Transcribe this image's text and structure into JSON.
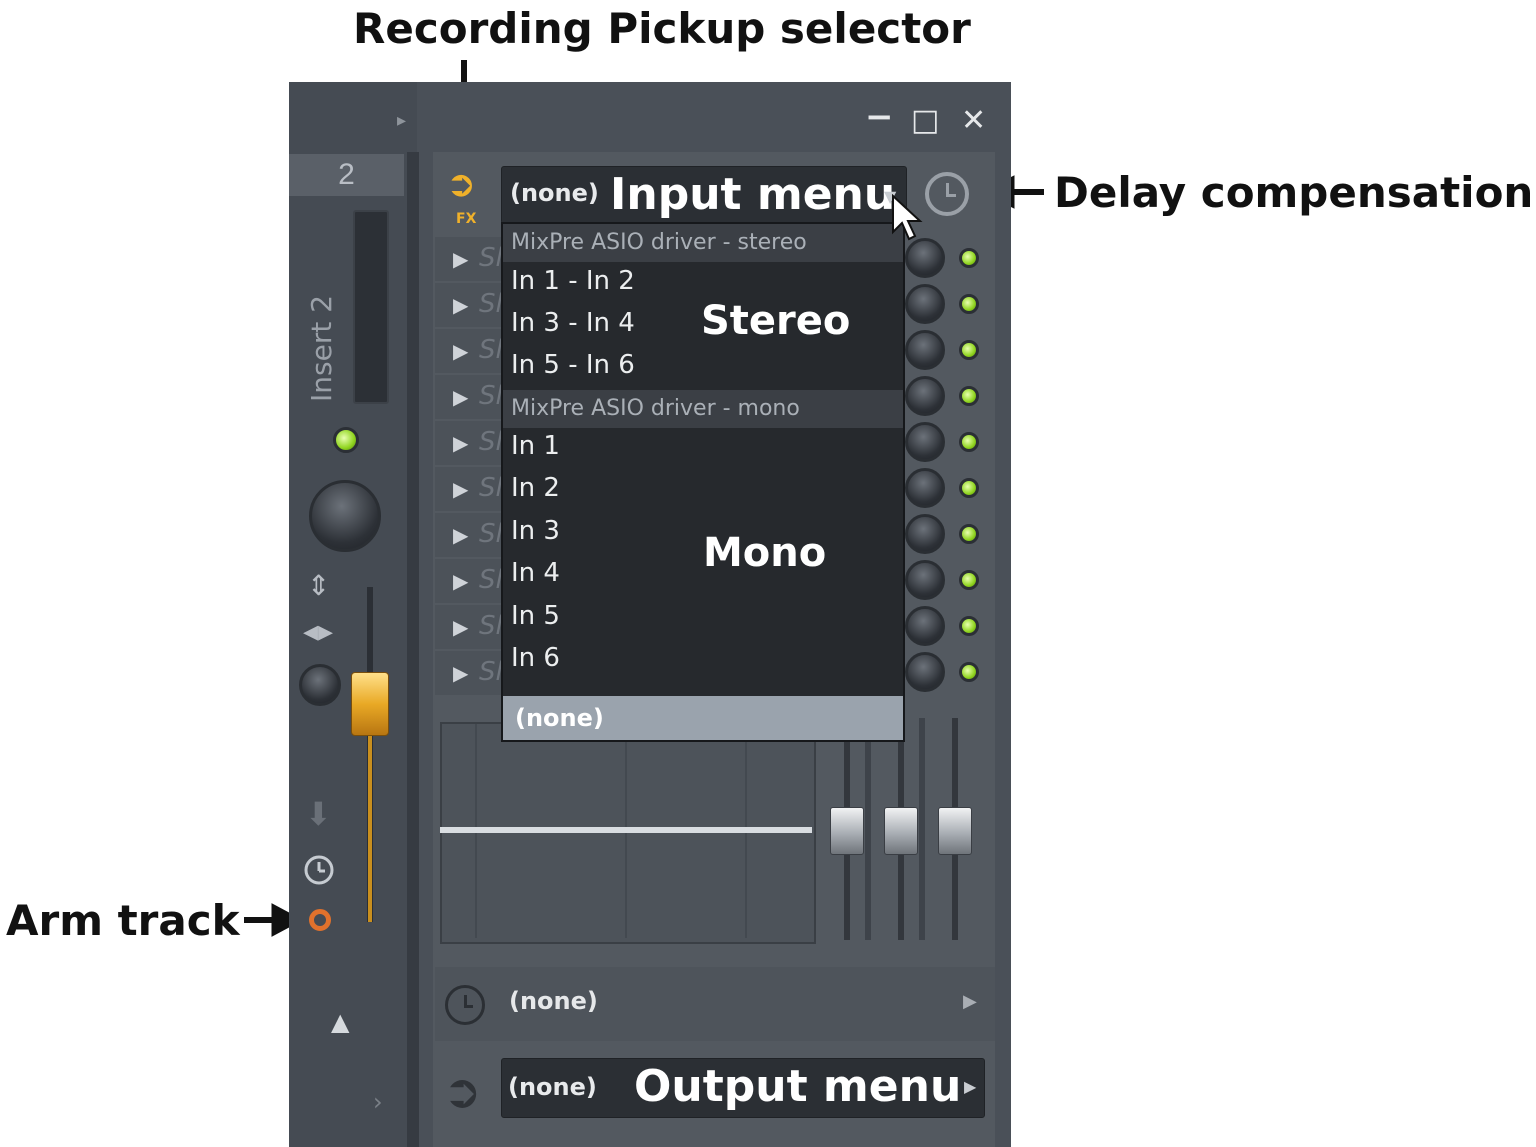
{
  "callouts": {
    "recording_pickup": "Recording Pickup selector",
    "delay_compensation": "Delay compensation",
    "arm_track": "Arm track"
  },
  "window": {
    "controls": {
      "minimize": "−",
      "maximize": "□",
      "close": "✕"
    }
  },
  "channel_strip": {
    "number": "2",
    "name": "Insert 2"
  },
  "fx_icon_label": "FX",
  "input_menu": {
    "current_value": "(none)",
    "title": "Input menu",
    "groups": [
      {
        "header": "MixPre ASIO driver - stereo",
        "label": "Stereo",
        "items": [
          "In 1 - In 2",
          "In 3 - In 4",
          "In 5 - In 6"
        ]
      },
      {
        "header": "MixPre ASIO driver - mono",
        "label": "Mono",
        "items": [
          "In 1",
          "In 2",
          "In 3",
          "In 4",
          "In 5",
          "In 6"
        ]
      }
    ],
    "none_option": "(none)"
  },
  "slot_row_partial_text": "Sl",
  "delay_row": {
    "value": "(none)"
  },
  "output_menu": {
    "current_value": "(none)",
    "title": "Output menu"
  },
  "colors": {
    "accent": "#f0b12a",
    "arm": "#e0712c",
    "led": "#8fd41e"
  }
}
